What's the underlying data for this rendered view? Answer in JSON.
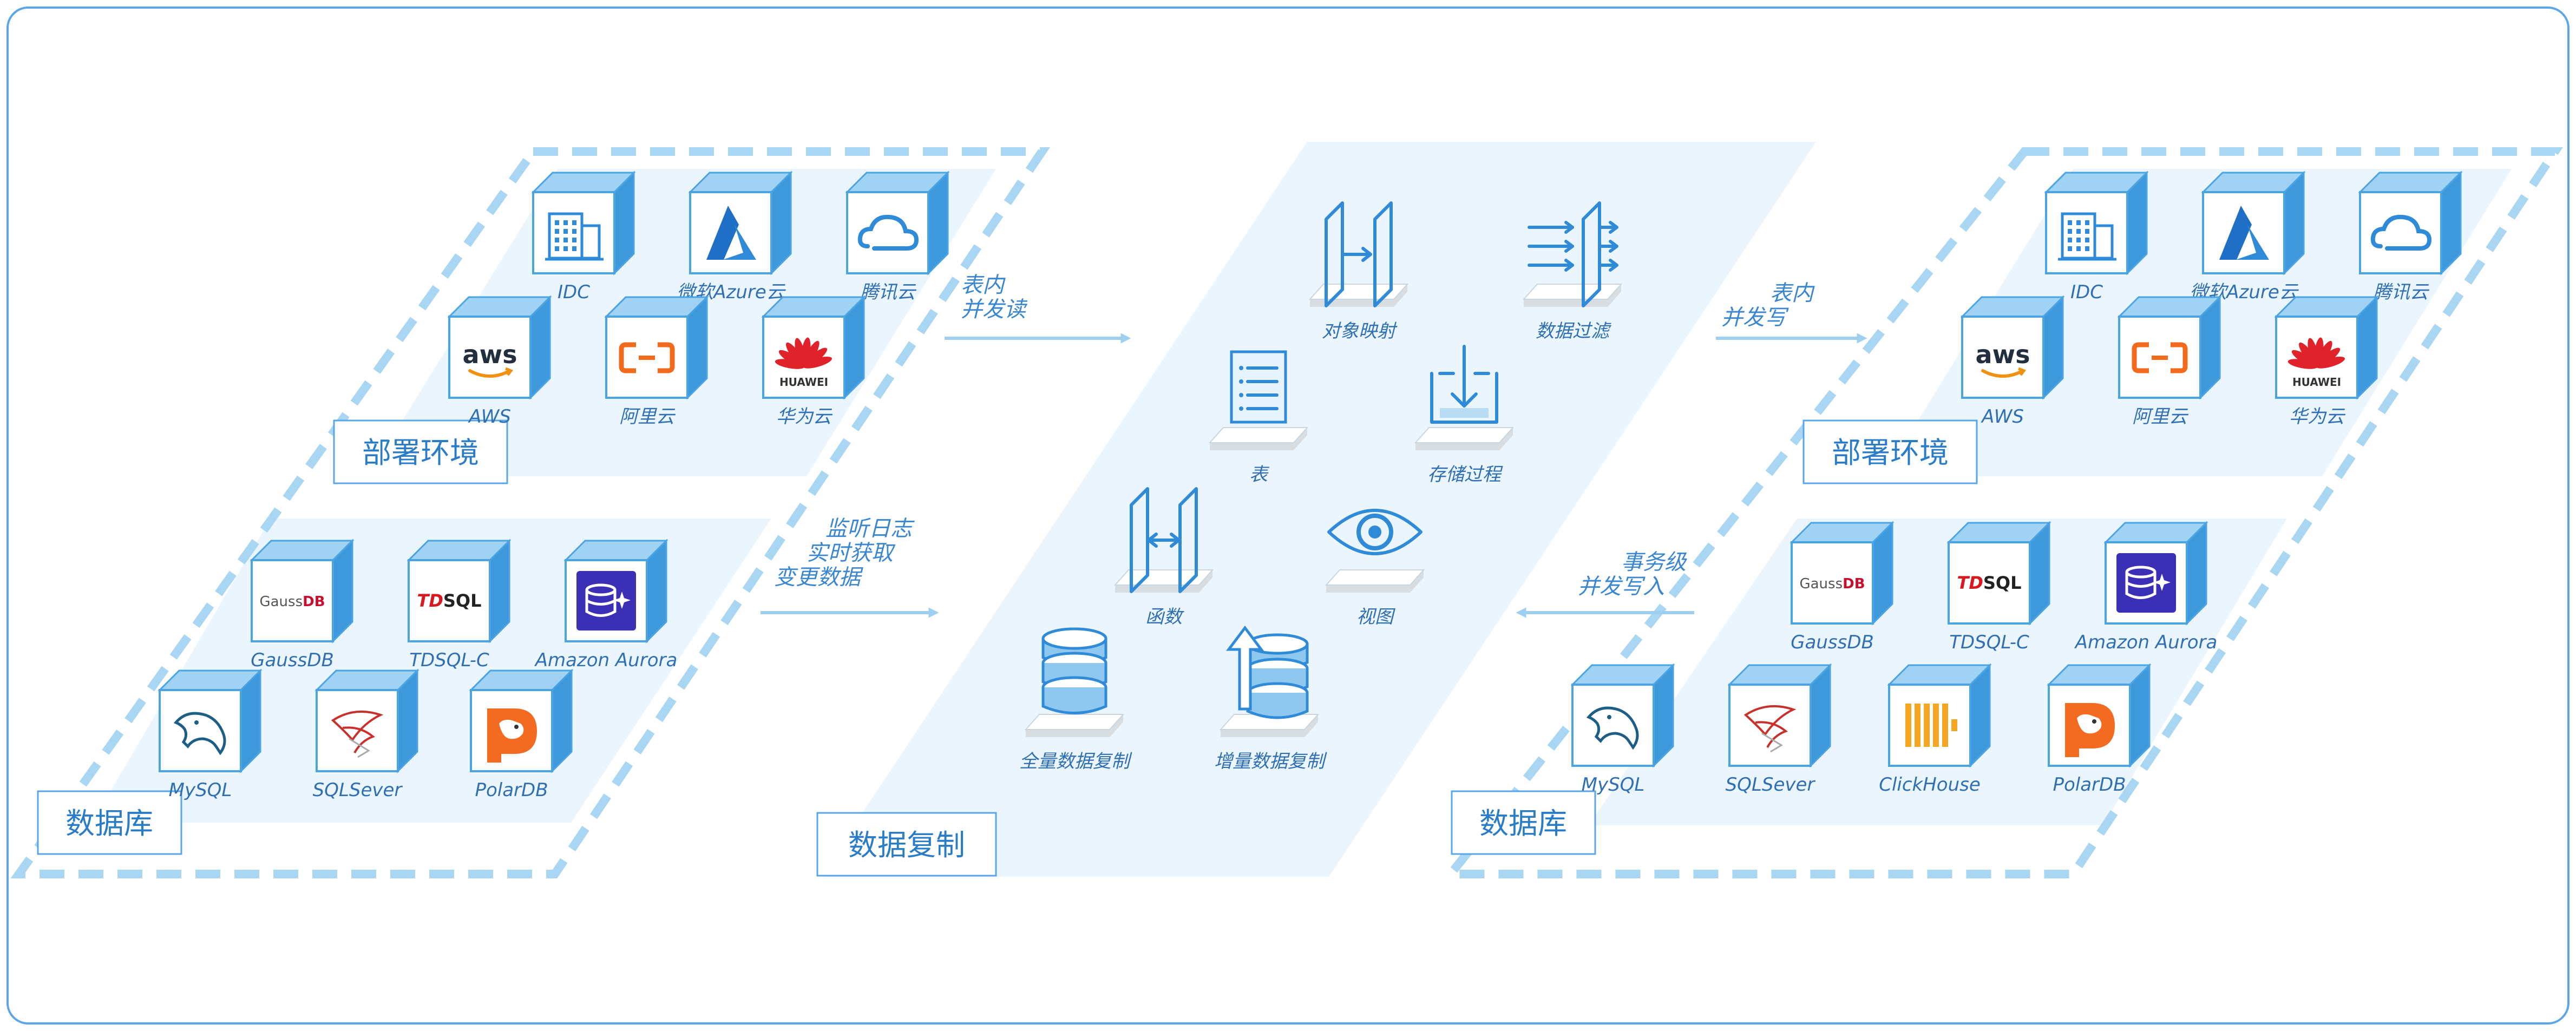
{
  "left_deploy": {
    "title": "部署环境",
    "items": [
      {
        "label": "IDC",
        "icon": "building-icon"
      },
      {
        "label": "微软Azure云",
        "icon": "azure-logo-icon"
      },
      {
        "label": "腾讯云",
        "icon": "tencent-cloud-icon"
      },
      {
        "label": "AWS",
        "icon": "aws-logo-icon",
        "logo_text": "aws"
      },
      {
        "label": "阿里云",
        "icon": "aliyun-logo-icon"
      },
      {
        "label": "华为云",
        "icon": "huawei-logo-icon",
        "logo_text": "HUAWEI"
      }
    ]
  },
  "left_db": {
    "title": "数据库",
    "items": [
      {
        "label": "GaussDB",
        "icon": "gaussdb-logo-icon",
        "logo_text": "GaussDB"
      },
      {
        "label": "TDSQL-C",
        "icon": "tdsql-logo-icon",
        "logo_text": "TDSQL"
      },
      {
        "label": "Amazon Aurora",
        "icon": "aurora-logo-icon"
      },
      {
        "label": "MySQL",
        "icon": "mysql-dolphin-icon"
      },
      {
        "label": "SQLSever",
        "icon": "sqlserver-logo-icon"
      },
      {
        "label": "PolarDB",
        "icon": "polardb-logo-icon"
      }
    ]
  },
  "center": {
    "title": "数据复制",
    "items": [
      {
        "label": "对象映射",
        "icon": "object-mapping-icon"
      },
      {
        "label": "数据过滤",
        "icon": "data-filter-icon"
      },
      {
        "label": "表",
        "icon": "table-doc-icon"
      },
      {
        "label": "存储过程",
        "icon": "stored-procedure-icon"
      },
      {
        "label": "函数",
        "icon": "function-icon"
      },
      {
        "label": "视图",
        "icon": "view-eye-icon"
      },
      {
        "label": "全量数据复制",
        "icon": "full-replication-icon"
      },
      {
        "label": "增量数据复制",
        "icon": "incremental-replication-icon"
      }
    ]
  },
  "arrows": {
    "read_line1": "表内",
    "read_line2": "并发读",
    "log_line1": "监听日志",
    "log_line2": "实时获取",
    "log_line3": "变更数据",
    "write_line1": "表内",
    "write_line2": "并发写",
    "txn_line1": "事务级",
    "txn_line2": "并发写入"
  },
  "right_deploy": {
    "title": "部署环境",
    "items": [
      {
        "label": "IDC",
        "icon": "building-icon"
      },
      {
        "label": "微软Azure云",
        "icon": "azure-logo-icon"
      },
      {
        "label": "腾讯云",
        "icon": "tencent-cloud-icon"
      },
      {
        "label": "AWS",
        "icon": "aws-logo-icon",
        "logo_text": "aws"
      },
      {
        "label": "阿里云",
        "icon": "aliyun-logo-icon"
      },
      {
        "label": "华为云",
        "icon": "huawei-logo-icon",
        "logo_text": "HUAWEI"
      }
    ]
  },
  "right_db": {
    "title": "数据库",
    "items": [
      {
        "label": "GaussDB",
        "icon": "gaussdb-logo-icon",
        "logo_text": "GaussDB"
      },
      {
        "label": "TDSQL-C",
        "icon": "tdsql-logo-icon",
        "logo_text": "TDSQL"
      },
      {
        "label": "Amazon Aurora",
        "icon": "aurora-logo-icon"
      },
      {
        "label": "MySQL",
        "icon": "mysql-dolphin-icon"
      },
      {
        "label": "SQLSever",
        "icon": "sqlserver-logo-icon"
      },
      {
        "label": "ClickHouse",
        "icon": "clickhouse-logo-icon"
      },
      {
        "label": "PolarDB",
        "icon": "polardb-logo-icon"
      }
    ]
  },
  "colors": {
    "accent": "#2a7cc7",
    "panel": "#eaf5fd",
    "dash": "#a9d6f2",
    "cube_side": "#3e98dc"
  }
}
